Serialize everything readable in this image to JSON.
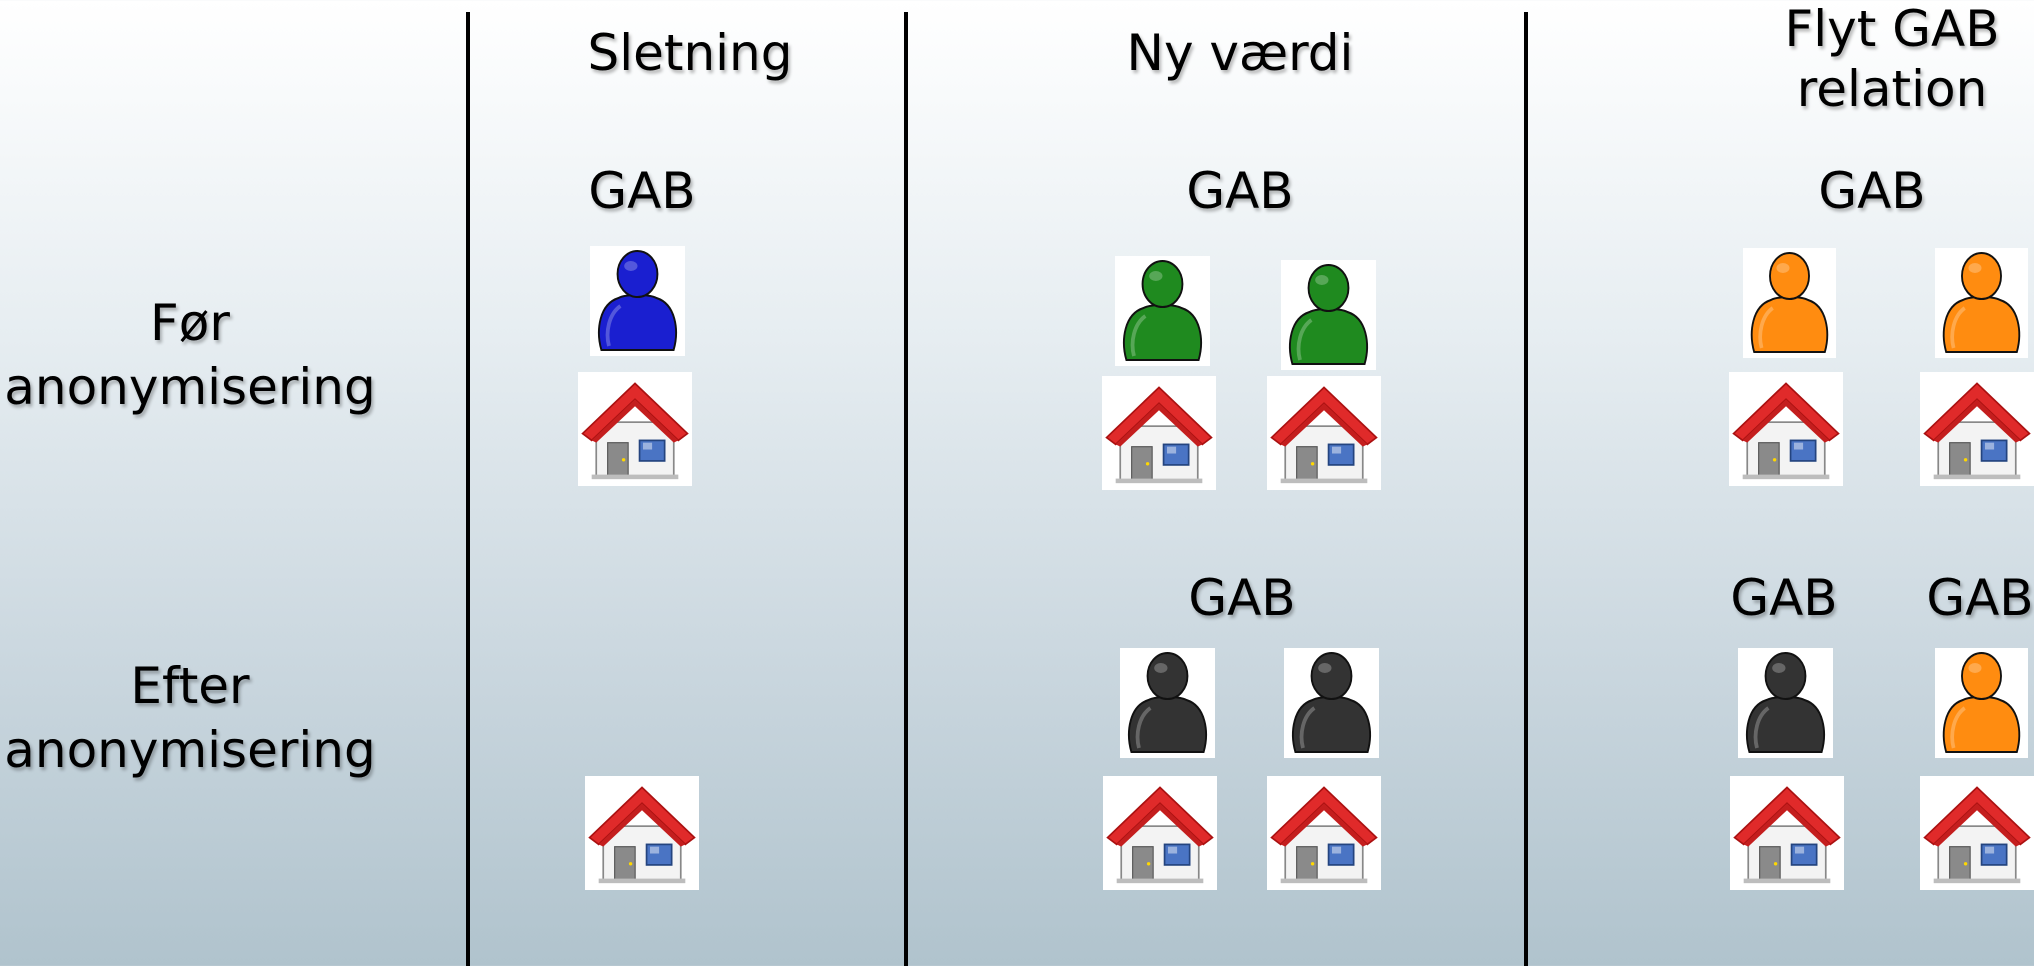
{
  "columns": {
    "sletning": "Sletning",
    "ny_vaerdi": "Ny værdi",
    "flyt_line1": "Flyt GAB",
    "flyt_line2": "relation"
  },
  "rows": {
    "foer_line1": "Før",
    "foer_line2": "anonymisering",
    "efter_line1": "Efter",
    "efter_line2": "anonymisering"
  },
  "gab_label": "GAB",
  "colors": {
    "person_blue": "#1a1fd0",
    "person_green": "#1f8a1f",
    "person_orange": "#ff8c10",
    "person_black": "#333333",
    "roof_red": "#e02a2a",
    "divider": "#000000"
  },
  "icons": [
    "person-icon",
    "house-icon"
  ]
}
